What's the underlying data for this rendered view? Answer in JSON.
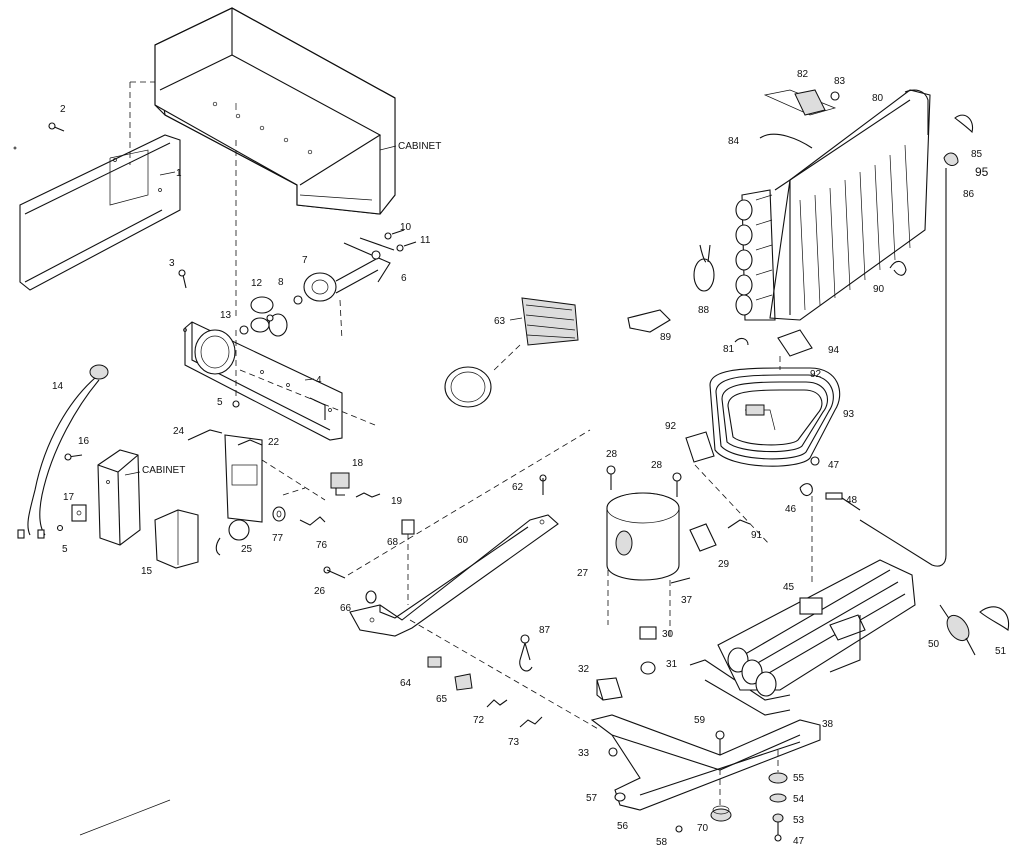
{
  "callouts": [
    {
      "id": "c2",
      "text": "2"
    },
    {
      "id": "c1",
      "text": "1"
    },
    {
      "id": "c3",
      "text": "3"
    },
    {
      "id": "c4",
      "text": "4"
    },
    {
      "id": "c5a",
      "text": "5"
    },
    {
      "id": "c6",
      "text": "6"
    },
    {
      "id": "c7",
      "text": "7"
    },
    {
      "id": "c8",
      "text": "8"
    },
    {
      "id": "c10",
      "text": "10"
    },
    {
      "id": "c11",
      "text": "11"
    },
    {
      "id": "c12",
      "text": "12"
    },
    {
      "id": "c13",
      "text": "13"
    },
    {
      "id": "c14",
      "text": "14"
    },
    {
      "id": "c16",
      "text": "16"
    },
    {
      "id": "c17",
      "text": "17"
    },
    {
      "id": "c5b",
      "text": "5"
    },
    {
      "id": "c15",
      "text": "15"
    },
    {
      "id": "c24",
      "text": "24"
    },
    {
      "id": "c22",
      "text": "22"
    },
    {
      "id": "c18",
      "text": "18"
    },
    {
      "id": "c19",
      "text": "19"
    },
    {
      "id": "c25",
      "text": "25"
    },
    {
      "id": "c77",
      "text": "77"
    },
    {
      "id": "c76",
      "text": "76"
    },
    {
      "id": "c68",
      "text": "68"
    },
    {
      "id": "c26",
      "text": "26"
    },
    {
      "id": "c66",
      "text": "66"
    },
    {
      "id": "c60",
      "text": "60"
    },
    {
      "id": "c62",
      "text": "62"
    },
    {
      "id": "c63",
      "text": "63"
    },
    {
      "id": "c64",
      "text": "64"
    },
    {
      "id": "c65",
      "text": "65"
    },
    {
      "id": "c72",
      "text": "72"
    },
    {
      "id": "c73",
      "text": "73"
    },
    {
      "id": "c87",
      "text": "87"
    },
    {
      "id": "c28a",
      "text": "28"
    },
    {
      "id": "c28b",
      "text": "28"
    },
    {
      "id": "c27",
      "text": "27"
    },
    {
      "id": "c29",
      "text": "29"
    },
    {
      "id": "c91",
      "text": "91"
    },
    {
      "id": "c37",
      "text": "37"
    },
    {
      "id": "c30",
      "text": "30"
    },
    {
      "id": "c31",
      "text": "31"
    },
    {
      "id": "c32",
      "text": "32"
    },
    {
      "id": "c33",
      "text": "33"
    },
    {
      "id": "c59",
      "text": "59"
    },
    {
      "id": "c38",
      "text": "38"
    },
    {
      "id": "c57",
      "text": "57"
    },
    {
      "id": "c56",
      "text": "56"
    },
    {
      "id": "c58",
      "text": "58"
    },
    {
      "id": "c70",
      "text": "70"
    },
    {
      "id": "c55",
      "text": "55"
    },
    {
      "id": "c54",
      "text": "54"
    },
    {
      "id": "c53",
      "text": "53"
    },
    {
      "id": "c47b",
      "text": "47"
    },
    {
      "id": "c82",
      "text": "82"
    },
    {
      "id": "c83",
      "text": "83"
    },
    {
      "id": "c80",
      "text": "80"
    },
    {
      "id": "c84",
      "text": "84"
    },
    {
      "id": "c85",
      "text": "85"
    },
    {
      "id": "c95",
      "text": "95"
    },
    {
      "id": "c86",
      "text": "86"
    },
    {
      "id": "c88",
      "text": "88"
    },
    {
      "id": "c89",
      "text": "89"
    },
    {
      "id": "c90",
      "text": "90"
    },
    {
      "id": "c81",
      "text": "81"
    },
    {
      "id": "c94",
      "text": "94"
    },
    {
      "id": "c92a",
      "text": "92"
    },
    {
      "id": "c93",
      "text": "93"
    },
    {
      "id": "c92b",
      "text": "92"
    },
    {
      "id": "c47a",
      "text": "47"
    },
    {
      "id": "c46",
      "text": "46"
    },
    {
      "id": "c48",
      "text": "48"
    },
    {
      "id": "c45",
      "text": "45"
    },
    {
      "id": "c50",
      "text": "50"
    },
    {
      "id": "c51",
      "text": "51"
    }
  ],
  "cabinet_labels": {
    "top": "CABINET",
    "left": "CABINET"
  }
}
